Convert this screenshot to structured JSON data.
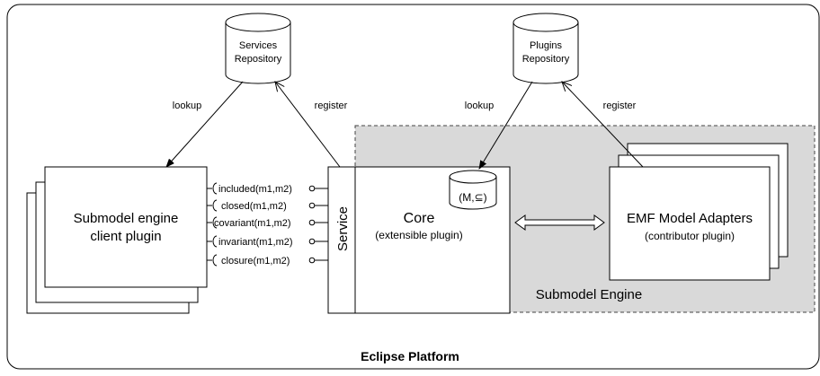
{
  "platform": {
    "label": "Eclipse Platform"
  },
  "repositories": {
    "services": {
      "line1": "Services",
      "line2": "Repository"
    },
    "plugins": {
      "line1": "Plugins",
      "line2": "Repository"
    }
  },
  "arrows": {
    "lookup_left": "lookup",
    "register_left": "register",
    "lookup_right": "lookup",
    "register_right": "register"
  },
  "client": {
    "line1": "Submodel engine",
    "line2": "client plugin"
  },
  "service": {
    "label": "Service"
  },
  "interfaces": [
    "included(m1,m2)",
    "closed(m1,m2)",
    "covariant(m1,m2)",
    "invariant(m1,m2)",
    "closure(m1,m2)"
  ],
  "core": {
    "title": "Core",
    "subtitle": "(extensible plugin)",
    "model_store": "(M,⊆)"
  },
  "adapters": {
    "title": "EMF Model Adapters",
    "subtitle": "(contributor plugin)"
  },
  "engine": {
    "label": "Submodel Engine"
  }
}
